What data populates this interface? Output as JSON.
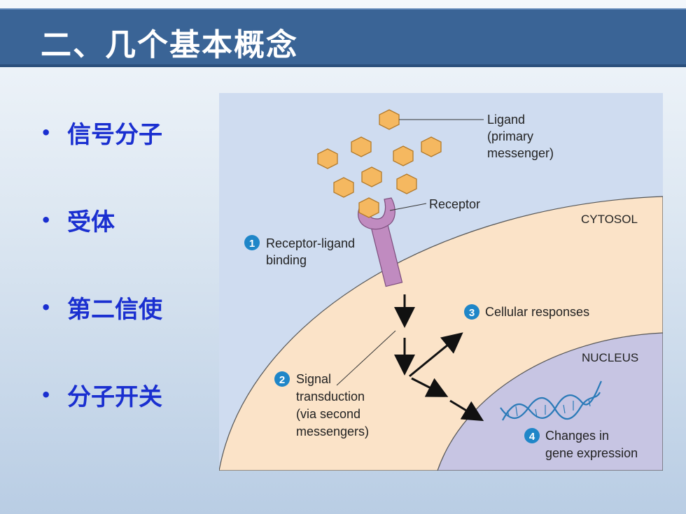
{
  "slide": {
    "title": "二、几个基本概念",
    "bullets": [
      "信号分子",
      "受体",
      "第二信使",
      "分子开关"
    ]
  },
  "figure": {
    "labels": {
      "ligand_line1": "Ligand",
      "ligand_line2": "(primary",
      "ligand_line3": "messenger)",
      "receptor": "Receptor",
      "cytosol": "CYTOSOL",
      "nucleus": "NUCLEUS",
      "step1_line1": "Receptor-ligand",
      "step1_line2": "binding",
      "step2_line1": "Signal",
      "step2_line2": "transduction",
      "step2_line3": "(via second",
      "step2_line4": "messengers)",
      "step3": "Cellular responses",
      "step4_line1": "Changes in",
      "step4_line2": "gene expression"
    },
    "step_numbers": [
      "1",
      "2",
      "3",
      "4"
    ],
    "colors": {
      "background": "#cfdcf0",
      "cytosol": "#fbe3c8",
      "nucleus": "#c7c5e3",
      "ligand": "#f5b860",
      "receptor": "#c08bc0",
      "step_badge": "#1f86c8"
    }
  }
}
